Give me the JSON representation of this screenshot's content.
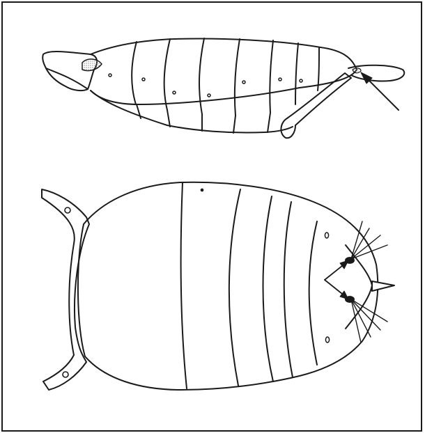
{
  "figure": {
    "panels": [
      {
        "view": "lateral",
        "arrows": 1,
        "terminal_appendage": "cercus"
      },
      {
        "view": "dorsal",
        "arrows": 2,
        "terminal_appendage": "spine"
      }
    ],
    "colors": {
      "ink": "#1a1a1a",
      "background": "#ffffff",
      "stipple": "#8a8a8a"
    }
  }
}
